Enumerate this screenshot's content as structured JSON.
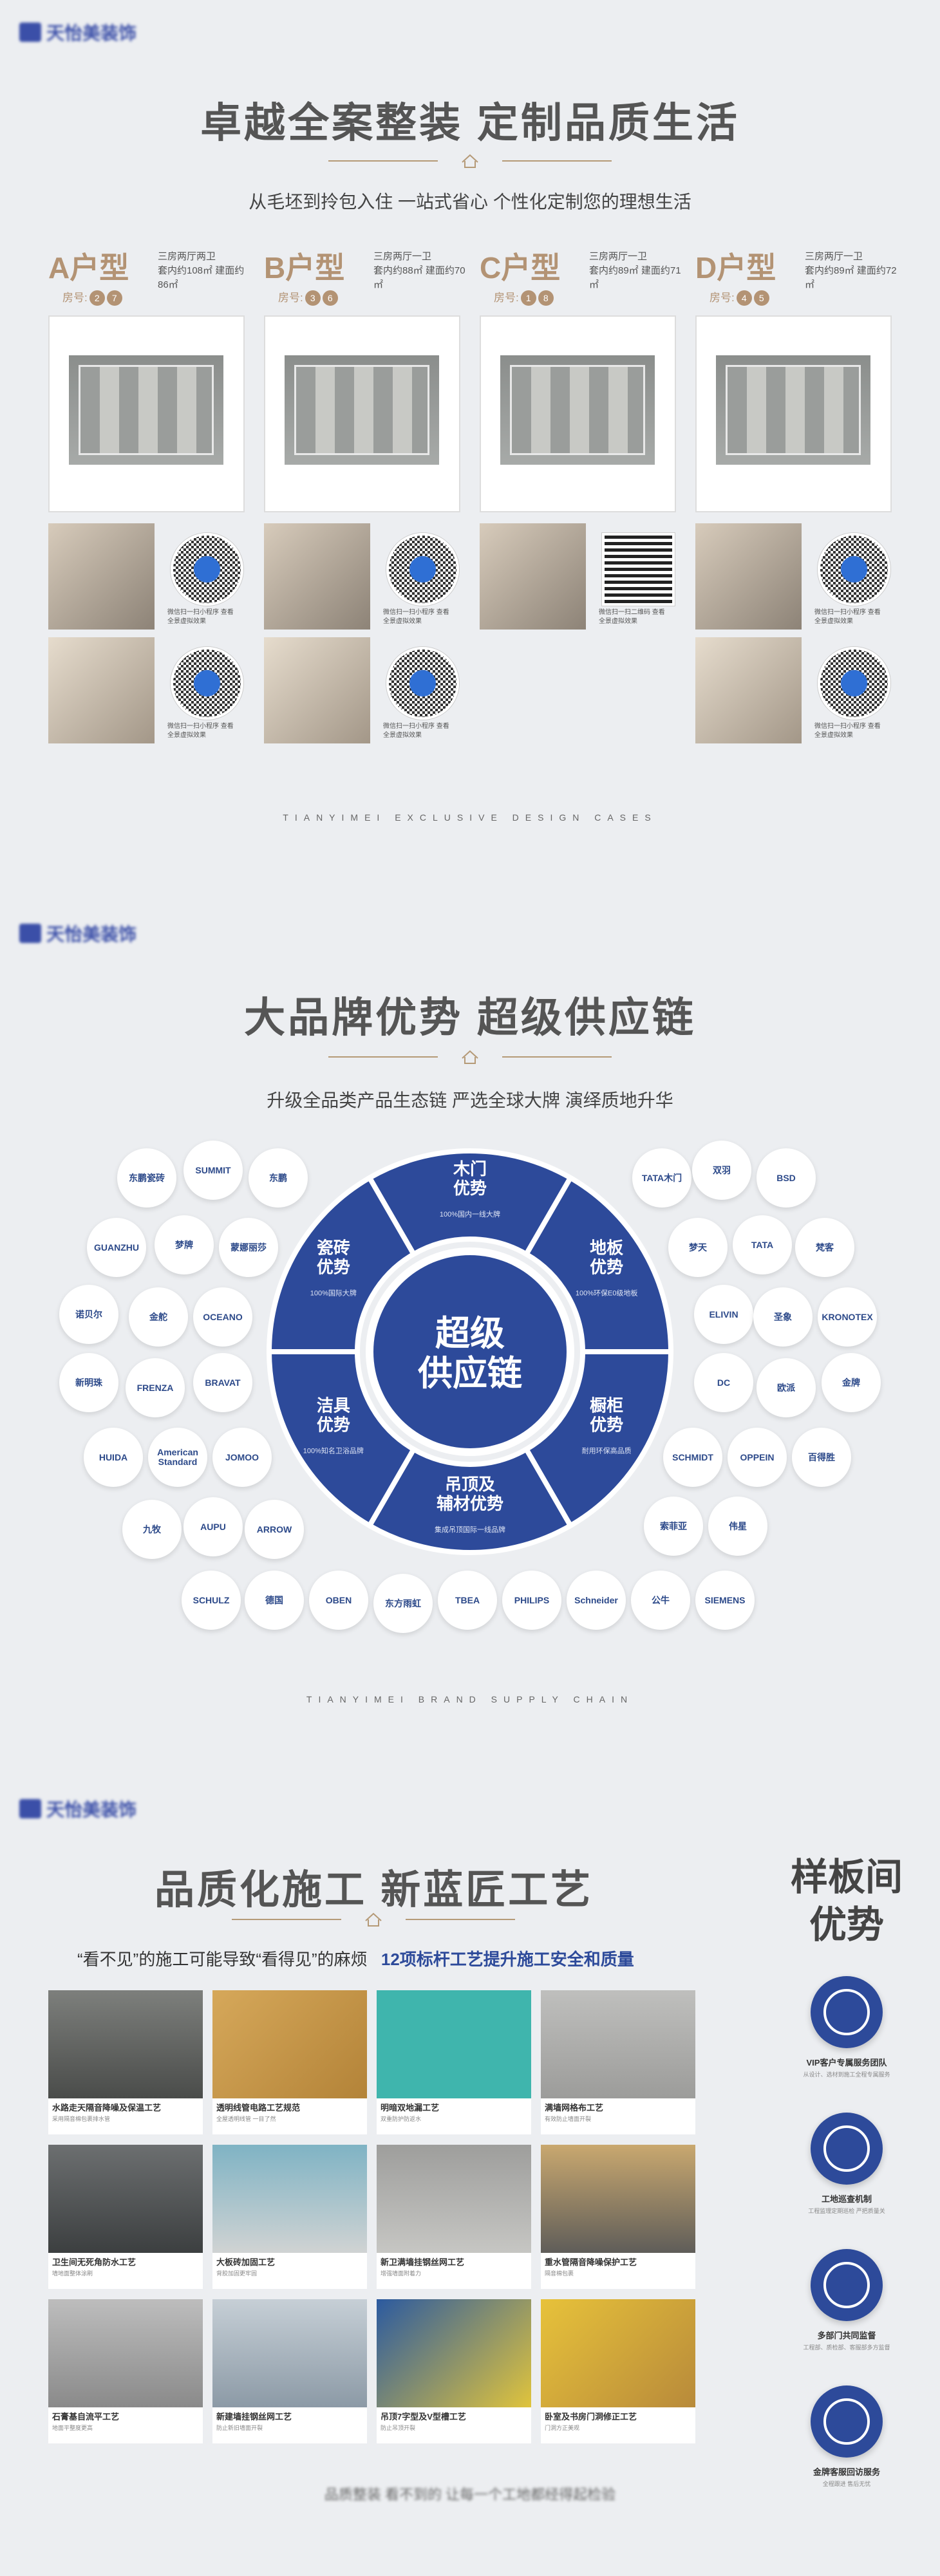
{
  "section1": {
    "title": "卓越全案整装 定制品质生活",
    "subtitle": "从毛坯到拎包入住 一站式省心 个性化定制您的理想生活",
    "caption": "TIANYIMEI EXCLUSIVE DESIGN CASES",
    "units": [
      {
        "name": "A户型",
        "layout": "三房两厅两卫",
        "area": "套内约108㎡  建面约86㎡",
        "room_label": "房号:",
        "rooms": [
          "2",
          "7"
        ],
        "qr_text": "微信扫一扫小程序 查看全景虚拟效果"
      },
      {
        "name": "B户型",
        "layout": "三房两厅一卫",
        "area": "套内约88㎡  建面约70㎡",
        "room_label": "房号:",
        "rooms": [
          "3",
          "6"
        ],
        "qr_text": "微信扫一扫小程序 查看全景虚拟效果"
      },
      {
        "name": "C户型",
        "layout": "三房两厅一卫",
        "area": "套内约89㎡  建面约71㎡",
        "room_label": "房号:",
        "rooms": [
          "1",
          "8"
        ],
        "qr_text": "微信扫一扫二维码 查看全景虚拟效果"
      },
      {
        "name": "D户型",
        "layout": "三房两厅一卫",
        "area": "套内约89㎡  建面约72㎡",
        "room_label": "房号:",
        "rooms": [
          "4",
          "5"
        ],
        "qr_text": "微信扫一扫小程序 查看全景虚拟效果"
      }
    ]
  },
  "section2": {
    "title": "大品牌优势 超级供应链",
    "subtitle": "升级全品类产品生态链 严选全球大牌 演绎质地升华",
    "center": "超级\n供应链",
    "segments": [
      {
        "title": "木门\n优势",
        "desc": "100%国内一线大牌"
      },
      {
        "title": "地板\n优势",
        "desc": "100%环保E0级地板"
      },
      {
        "title": "橱柜\n优势",
        "desc": "耐用环保高品质"
      },
      {
        "title": "吊顶及\n辅材优势",
        "desc": "集成吊顶国际一线品牌"
      },
      {
        "title": "洁具\n优势",
        "desc": "100%知名卫浴品牌"
      },
      {
        "title": "瓷砖\n优势",
        "desc": "100%国际大牌"
      }
    ],
    "caption": "TIANYIMEI BRAND SUPPLY CHAIN",
    "brands": [
      "东鹏瓷砖",
      "SUMMIT",
      "东鹏",
      "GUANZHU",
      "梦牌",
      "蒙娜丽莎",
      "诺贝尔",
      "金舵",
      "OCEANO",
      "新明珠",
      "FRENZA",
      "BRAVAT",
      "HUIDA",
      "American Standard",
      "JOMOO",
      "九牧",
      "AUPU",
      "ARROW",
      "SCHULZ",
      "德国",
      "OBEN",
      "东方雨虹",
      "TBEA",
      "PHILIPS",
      "Schneider",
      "公牛",
      "SIEMENS",
      "TATA木门",
      "双羽",
      "BSD",
      "梦天",
      "TATA",
      "梵客",
      "ELIVIN",
      "圣象",
      "KRONOTEX",
      "DC",
      "欧派",
      "金牌",
      "SCHMIDT",
      "OPPEIN",
      "百得胜",
      "索菲亚",
      "伟星"
    ]
  },
  "section3": {
    "title": "品质化施工 新蓝匠工艺",
    "subtitle_a": "“看不见”的施工可能导致“看得见”的麻烦",
    "subtitle_b": "12项标杆工艺提升施工安全和质量",
    "crafts": [
      {
        "t": "水路走天隔音降噪及保温工艺",
        "d": "采用隔音棉包裹排水管"
      },
      {
        "t": "透明线管电路工艺规范",
        "d": "全屋透明线管 一目了然"
      },
      {
        "t": "明暗双地漏工艺",
        "d": "双重防护防返水"
      },
      {
        "t": "满墙网格布工艺",
        "d": "有效防止墙面开裂"
      },
      {
        "t": "卫生间无死角防水工艺",
        "d": "墙地面整体涂刷"
      },
      {
        "t": "大板砖加固工艺",
        "d": "背胶加固更牢固"
      },
      {
        "t": "新卫满墙挂钢丝网工艺",
        "d": "增强墙面附着力"
      },
      {
        "t": "重水管隔音降噪保护工艺",
        "d": "隔音棉包裹"
      },
      {
        "t": "石膏基自流平工艺",
        "d": "地面平整度更高"
      },
      {
        "t": "新建墙挂钢丝网工艺",
        "d": "防止新旧墙面开裂"
      },
      {
        "t": "吊顶7字型及V型槽工艺",
        "d": "防止吊顶开裂"
      },
      {
        "t": "卧室及书房门洞修正工艺",
        "d": "门洞方正美观"
      }
    ],
    "side_title": "样板间\n优势",
    "advantages": [
      {
        "t": "VIP客户专属服务团队",
        "d": "从设计、选材到施工全程专属服务"
      },
      {
        "t": "工地巡查机制",
        "d": "工程监理定期巡检 严把质量关"
      },
      {
        "t": "多部门共同监督",
        "d": "工程部、质检部、客服部多方监督"
      },
      {
        "t": "金牌客服回访服务",
        "d": "全程跟进 售后无忧"
      }
    ],
    "footer": "品质整装 看不到的 让每一个工地都经得起检验"
  },
  "colors": {
    "accent": "#b39374",
    "brand_blue": "#2d4a9a"
  }
}
